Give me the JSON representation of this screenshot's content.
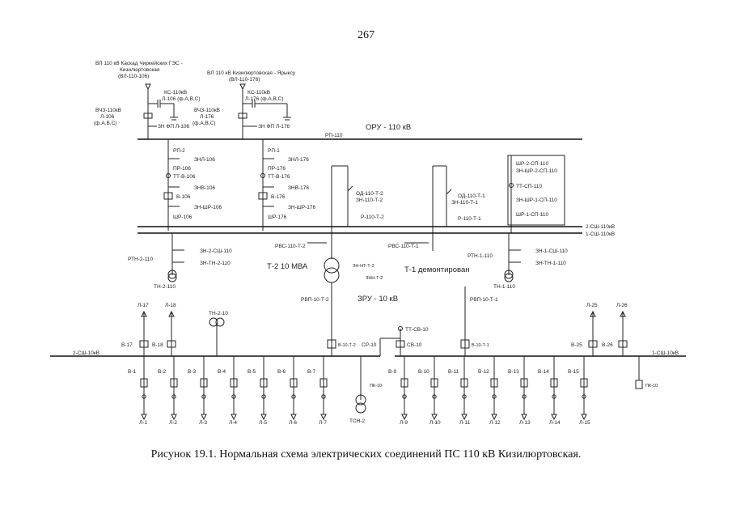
{
  "page_number": "267",
  "caption": "Рисунок 19.1. Нормальная схема электрических соединений ПС 110 кВ Кизилюртовская.",
  "headers": {
    "oru": "ОРУ - 110 кВ",
    "zru": "ЗРУ - 10 кВ",
    "t2": "Т-2 10 МВА",
    "t1": "Т-1 демонтирован"
  },
  "buses": {
    "rp110": "РП-110",
    "sh2_110": "2-СШ-110кВ",
    "sh1_110": "1-СШ-110кВ",
    "sh2_10": "2-СШ-10кВ",
    "sh1_10": "1-СШ-10кВ"
  },
  "lines": {
    "vl106_1": "ВЛ 110 кВ Каскад Чиркейских ГЭС -",
    "vl106_2": "Кизилюртовская",
    "vl106_3": "(ВЛ-110-106)",
    "vl176_1": "ВЛ 110 кВ Кизилюртовская - Ярыксу",
    "vl176_2": "(ВЛ-110-176)"
  },
  "feeder106": {
    "ks1": "КС-110кВ",
    "ks2": "Л-106 (ф.А,В,С)",
    "vch1": "ВЧЗ-110кВ",
    "vch2": "Л-106",
    "vch3": "(ф.А,В,С)",
    "zn_fp": "ЗН ФП Л-106",
    "rp": "РП-2",
    "znl": "ЗНЛ-106",
    "pr": "ПР-106",
    "tt": "ТТ-В-106",
    "znv": "ЗНВ-106",
    "v": "В-106",
    "znshr": "ЗН-ШР-106",
    "shr": "ШР-106",
    "rtn": "РТН-2-110",
    "zn_sh": "ЗН-2-СШ-110",
    "zn_tn": "ЗН-ТН-2-110",
    "tn": "ТН-2-110"
  },
  "feeder176": {
    "ks1": "КС-110кВ",
    "ks2": "Л-176 (ф.А,В,С)",
    "vch1": "ВЧЗ-110кВ",
    "vch2": "Л-176",
    "vch3": "(ф.А,В,С)",
    "zn_fp": "ЗН ФП Л-176",
    "rp": "РП-1",
    "znl": "ЗНЛ-176",
    "pr": "ПР-176",
    "tt": "ТТ-В-176",
    "znv": "ЗНВ-176",
    "v": "В-176",
    "znshr": "ЗН-ШР-176",
    "shr": "ШР-176"
  },
  "t2_bay": {
    "od": "ОД-110-Т-2",
    "zn": "ЗН-110-Т-2",
    "r": "Р-110-Т-2",
    "rvs": "РВС-110-Т-2",
    "zn_nt": "ЗН-НТ-Т-2",
    "zn_side": "ЗНН-Т-2"
  },
  "t1_bay": {
    "od": "ОД-110-Т-1",
    "zn": "ЗН-110-Т-1",
    "r": "Р-110-Т-1",
    "rvs": "РВС-110-Т-1"
  },
  "sp_bay": {
    "shr2": "ШР-2-СП-110",
    "znshr2": "ЗН-ШР-2-СП-110",
    "tt": "ТТ-СП-110",
    "znshr1": "ЗН-ШР-1-СП-110",
    "shr1": "ШР-1-СП-110"
  },
  "tn1": {
    "rtn": "РТН-1-110",
    "zn_sh": "ЗН-1-СШ-110",
    "zn_tn": "ЗН-ТН-1-110",
    "tn": "ТН-1-110"
  },
  "zru": {
    "rvp2": "РВП-10-Т-2",
    "rvp1": "РВП-10-Т-1",
    "tn210": "ТН-2-10",
    "v10t2": "В-10-Т-2",
    "v10t1": "В-10-Т-1",
    "sr10": "СР-10",
    "ttsv": "ТТ-СВ-10",
    "sv10": "СВ-10",
    "pk10": "ПК-10",
    "tsn2": "ТСН-2",
    "l17": "Л-17",
    "l18": "Л-18",
    "b17": "В-17",
    "b18": "В-18",
    "l25": "Л-25",
    "l26": "Л-26",
    "b25": "В-25",
    "b26": "В-26"
  },
  "feeders_left": [
    {
      "b": "В-1",
      "l": "Л-1"
    },
    {
      "b": "В-2",
      "l": "Л-2"
    },
    {
      "b": "В-3",
      "l": "Л-3"
    },
    {
      "b": "В-4",
      "l": "Л-4"
    },
    {
      "b": "В-5",
      "l": "Л-5"
    },
    {
      "b": "В-6",
      "l": "Л-6"
    },
    {
      "b": "В-7",
      "l": "Л-7"
    }
  ],
  "feeders_right": [
    {
      "b": "В-9",
      "l": "Л-9"
    },
    {
      "b": "В-10",
      "l": "Л-10"
    },
    {
      "b": "В-11",
      "l": "Л-11"
    },
    {
      "b": "В-12",
      "l": "Л-12"
    },
    {
      "b": "В-13",
      "l": "Л-13"
    },
    {
      "b": "В-14",
      "l": "Л-14"
    },
    {
      "b": "В-15",
      "l": "Л-15"
    }
  ]
}
